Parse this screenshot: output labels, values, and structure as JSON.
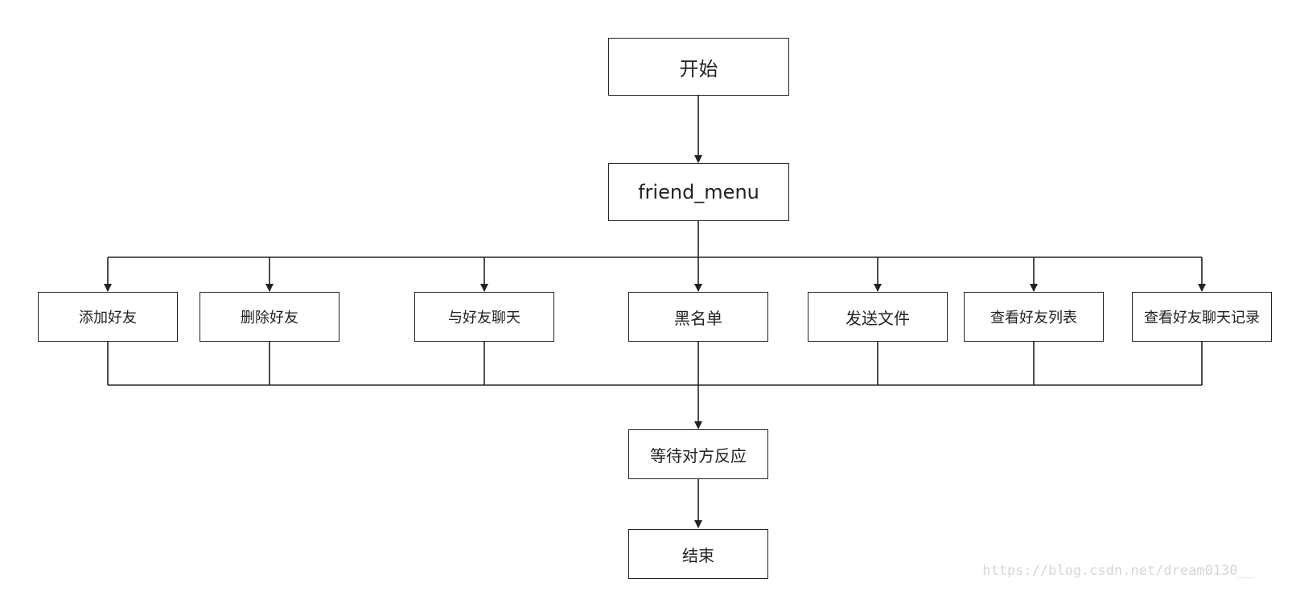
{
  "nodes": {
    "start": "开始",
    "menu": "friend_menu",
    "add_friend": "添加好友",
    "delete_friend": "删除好友",
    "chat_friend": "与好友聊天",
    "blacklist": "黑名单",
    "send_file": "发送文件",
    "view_friend_list": "查看好友列表",
    "view_chat_history": "查看好友聊天记录",
    "wait_response": "等待对方反应",
    "end": "结束"
  },
  "watermark": "https://blog.csdn.net/dream0130__",
  "colors": {
    "line": "#222222",
    "border": "#222222",
    "watermark": "#d6d6d6"
  }
}
